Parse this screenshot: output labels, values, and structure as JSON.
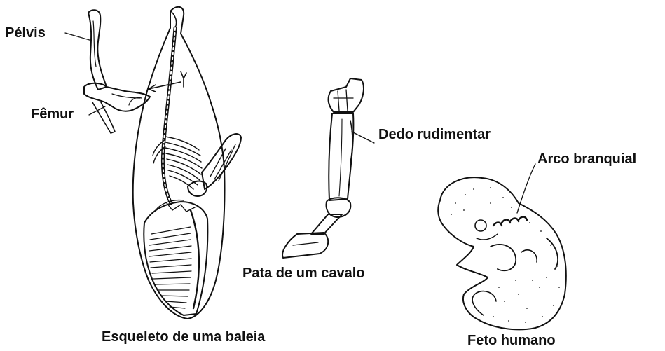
{
  "labels": {
    "pelvis": "Pélvis",
    "femur": "Fêmur",
    "whale_caption": "Esqueleto de uma baleia",
    "vestigial_digit": "Dedo rudimentar",
    "horse_caption": "Pata de um cavalo",
    "gill_arch": "Arco branquial",
    "fetus_caption": "Feto humano"
  },
  "colors": {
    "ink": "#111111",
    "background": "#ffffff"
  }
}
